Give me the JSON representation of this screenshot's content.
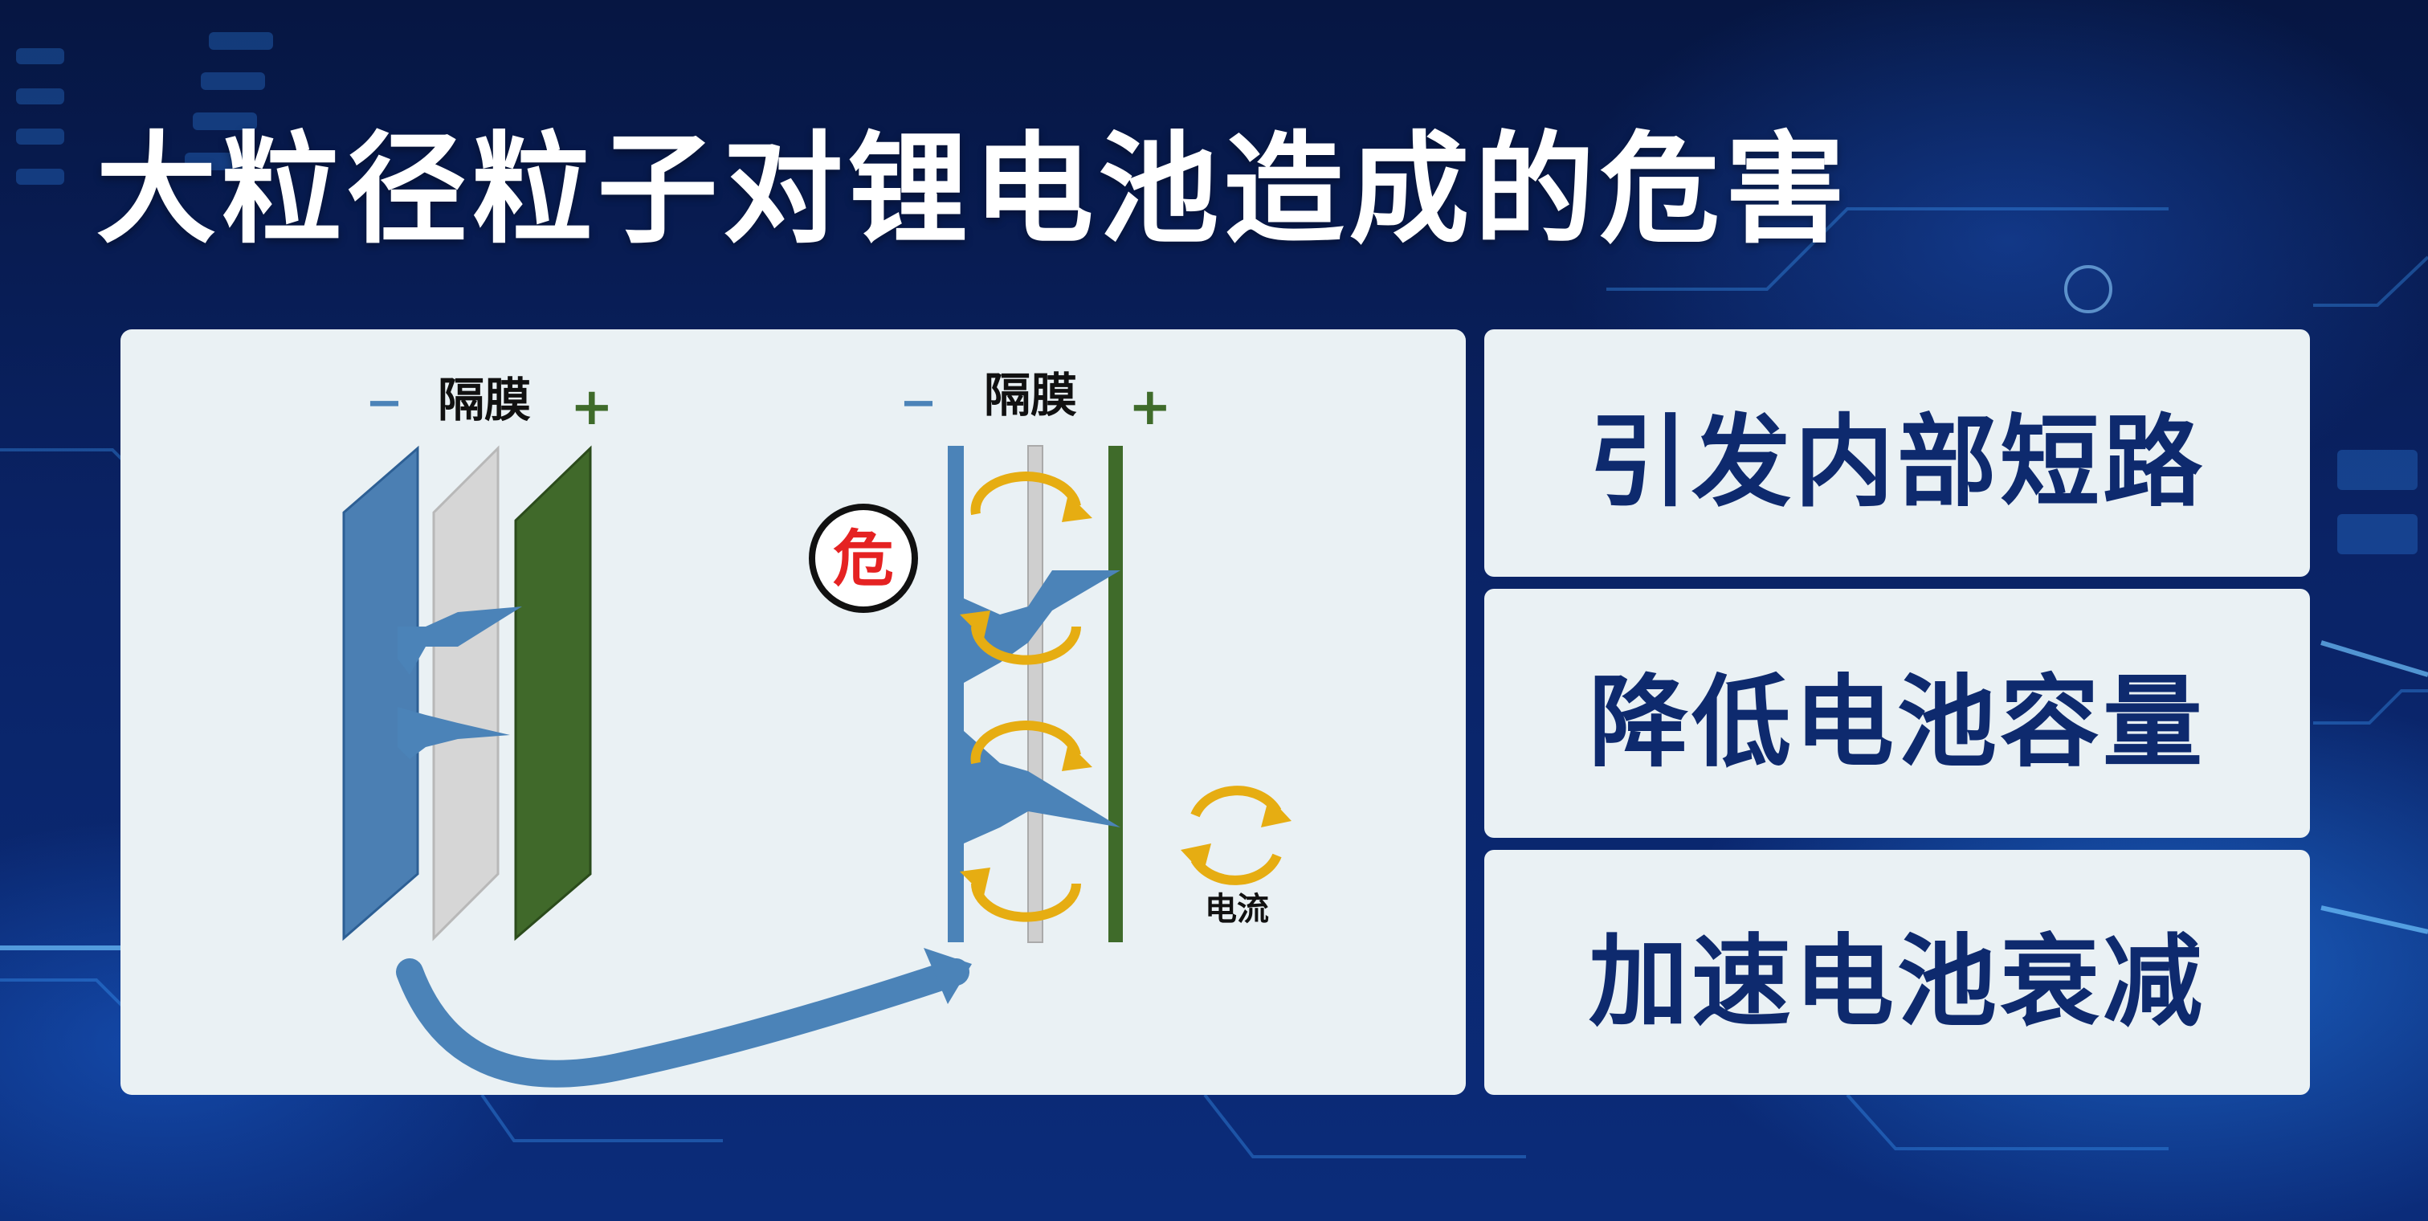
{
  "title": "大粒径粒子对锂电池造成的危害",
  "diagram": {
    "left_cell": {
      "separator_label": "隔膜",
      "negative_sign": "−",
      "positive_sign": "+"
    },
    "right_cell": {
      "separator_label": "隔膜",
      "negative_sign": "−",
      "positive_sign": "+",
      "danger_badge": "危"
    },
    "current_legend_label": "电流",
    "colors": {
      "negative": "#4b83b8",
      "separator": "#d8d8d8",
      "positive": "#3f6b2a",
      "current": "#e6ad12",
      "danger": "#e52222"
    }
  },
  "effects": [
    {
      "label": "引发内部短路"
    },
    {
      "label": "降低电池容量"
    },
    {
      "label": "加速电池衰减"
    }
  ]
}
